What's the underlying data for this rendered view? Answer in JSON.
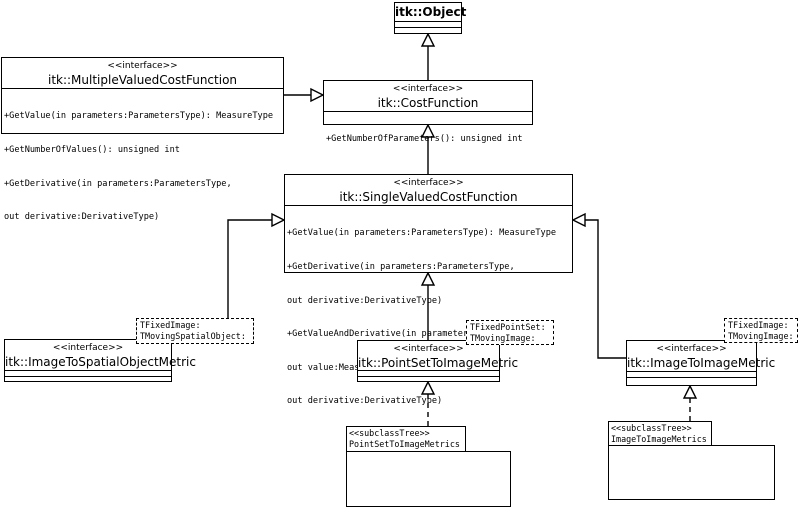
{
  "object": {
    "name": "itk::Object"
  },
  "multi": {
    "stereotype": "<<interface>>",
    "name": "itk::MultipleValuedCostFunction",
    "ops": [
      "+GetValue(in parameters:ParametersType): MeasureType",
      "+GetNumberOfValues(): unsigned int",
      "+GetDerivative(in parameters:ParametersType,",
      "out derivative:DerivativeType)"
    ]
  },
  "cost": {
    "stereotype": "<<interface>>",
    "name": "itk::CostFunction",
    "ops": [
      "+GetNumberOfParameters(): unsigned int"
    ]
  },
  "single": {
    "stereotype": "<<interface>>",
    "name": "itk::SingleValuedCostFunction",
    "ops": [
      "+GetValue(in parameters:ParametersType): MeasureType",
      "+GetDerivative(in parameters:ParametersType,",
      "out derivative:DerivativeType)",
      "+GetValueAndDerivative(in parameters:ParametersType,",
      "out value:MeasureType,",
      "out derivative:DerivativeType)"
    ]
  },
  "spatial": {
    "stereotype": "<<interface>>",
    "name": "itk::ImageToSpatialObjectMetric",
    "params": [
      "TFixedImage:",
      "TMovingSpatialObject:"
    ]
  },
  "pointset": {
    "stereotype": "<<interface>>",
    "name": "itk::PointSetToImageMetric",
    "params": [
      "TFixedPointSet:",
      "TMovingImage:"
    ]
  },
  "image": {
    "stereotype": "<<interface>>",
    "name": "itk::ImageToImageMetric",
    "params": [
      "TFixedImage:",
      "TMovingImage:"
    ]
  },
  "pkg_pointset": {
    "stereotype": "<<subclassTree>>",
    "name": "PointSetToImageMetrics"
  },
  "pkg_image": {
    "stereotype": "<<subclassTree>>",
    "name": "ImageToImageMetrics"
  }
}
